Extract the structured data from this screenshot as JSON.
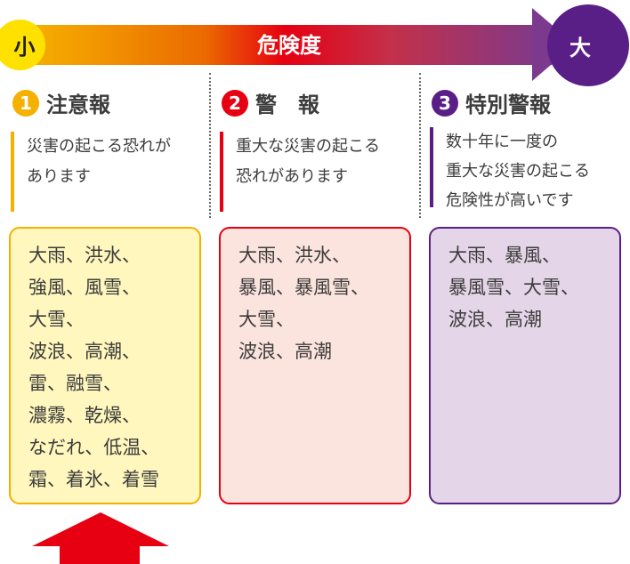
{
  "scale": {
    "title": "危険度",
    "low": "小",
    "high": "大"
  },
  "levels": [
    {
      "num": "1",
      "name": "注意報",
      "color": "#f5b000",
      "desc": [
        "災害の起こる恐れが",
        "あります"
      ],
      "items": [
        "大雨、洪水、",
        "強風、風雪、",
        "大雪、",
        "波浪、高潮、",
        "雷、融雪、",
        "濃霧、乾燥、",
        "なだれ、低温、",
        "霜、着氷、着雪"
      ]
    },
    {
      "num": "2",
      "name": "警　報",
      "color": "#e60012",
      "desc": [
        "重大な災害の起こる",
        "恐れがあります"
      ],
      "items": [
        "大雨、洪水、",
        "暴風、暴風雪、",
        "大雪、",
        "波浪、高潮"
      ]
    },
    {
      "num": "3",
      "name": "特別警報",
      "color": "#5a1f86",
      "desc": [
        "数十年に一度の",
        "重大な災害の起こる",
        "危険性が高いです"
      ],
      "items": [
        "大雨、暴風、",
        "暴風雪、大雪、",
        "波浪、高潮"
      ]
    }
  ]
}
